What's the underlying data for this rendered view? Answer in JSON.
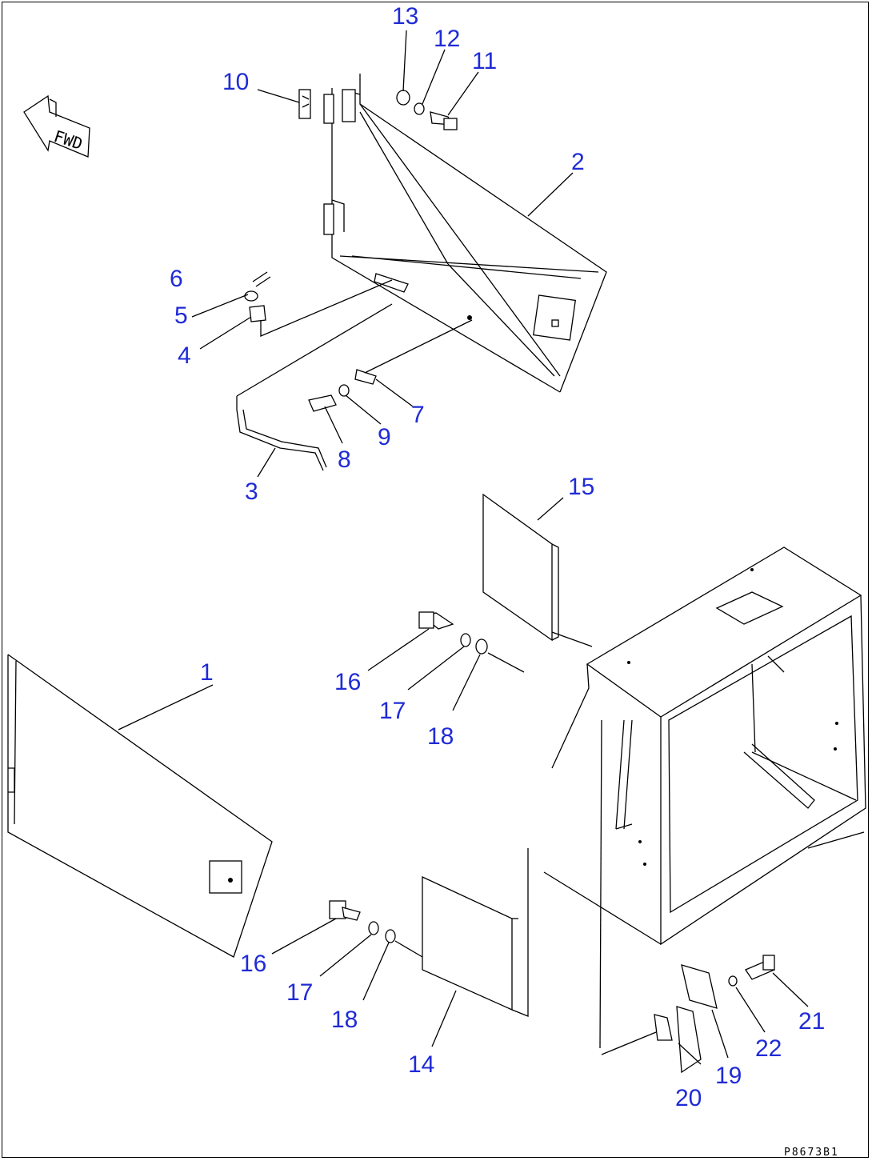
{
  "diagram": {
    "direction_label": "FWD",
    "drawing_code": "P8673B1",
    "callouts": [
      "1",
      "2",
      "3",
      "4",
      "5",
      "6",
      "7",
      "8",
      "9",
      "10",
      "11",
      "12",
      "13",
      "14",
      "15",
      "16",
      "17",
      "18",
      "16",
      "17",
      "18",
      "19",
      "20",
      "21",
      "22"
    ],
    "callout_color": "#1f2bd6"
  }
}
